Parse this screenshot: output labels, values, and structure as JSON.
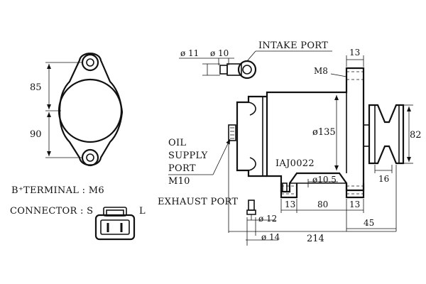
{
  "labels": {
    "intake_port": "INTAKE PORT",
    "exhaust_port": "EXHAUST PORT",
    "oil_line1": "OIL",
    "oil_line2": "SUPPLY",
    "oil_line3": "PORT",
    "oil_line4": "M10",
    "model": "IAJ0022",
    "b_terminal": "B⁺TERMINAL : M6",
    "connector": "CONNECTOR : S",
    "connector_l": "L",
    "m8": "M8"
  },
  "dimensions": {
    "d85": "85",
    "d90": "90",
    "d11": "ø 11",
    "d10": "ø 10",
    "d13_top": "13",
    "d135": "ø135",
    "d82": "82",
    "d10_5": "ø10.5",
    "d16": "16",
    "d13_a": "13",
    "d80": "80",
    "d13_b": "13",
    "d45": "45",
    "d12": "ø 12",
    "d14": "ø 14",
    "d214": "214"
  }
}
